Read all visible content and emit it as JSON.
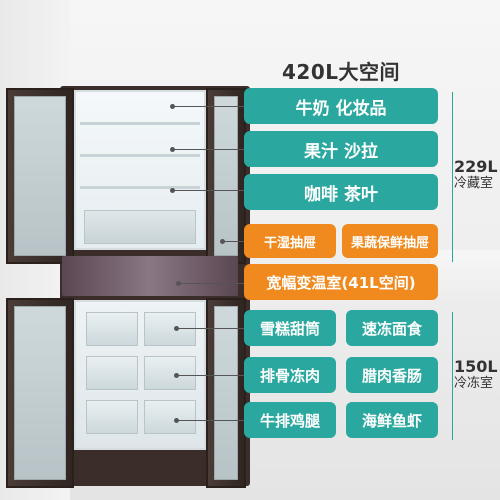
{
  "headline": "420L大空间",
  "compartments": [
    {
      "label": "牛奶  化妆品",
      "color": "#2aa8a0"
    },
    {
      "label": "果汁  沙拉",
      "color": "#2aa8a0"
    },
    {
      "label": "咖啡  茶叶",
      "color": "#2aa8a0"
    },
    {
      "label": "干湿抽屉",
      "color": "#f08a1e"
    },
    {
      "label": "果蔬保鲜抽屉",
      "color": "#f08a1e"
    },
    {
      "label": "宽幅变温室(41L空间)",
      "color": "#f08a1e"
    },
    {
      "label": "雪糕甜筒",
      "color": "#2aa8a0"
    },
    {
      "label": "速冻面食",
      "color": "#2aa8a0"
    },
    {
      "label": "排骨冻肉",
      "color": "#2aa8a0"
    },
    {
      "label": "腊肉香肠",
      "color": "#2aa8a0"
    },
    {
      "label": "牛排鸡腿",
      "color": "#2aa8a0"
    },
    {
      "label": "海鲜鱼虾",
      "color": "#2aa8a0"
    }
  ],
  "capacities": {
    "fridge": {
      "volume": "229L",
      "name": "冷藏室"
    },
    "freezer": {
      "volume": "150L",
      "name": "冷冻室"
    }
  }
}
